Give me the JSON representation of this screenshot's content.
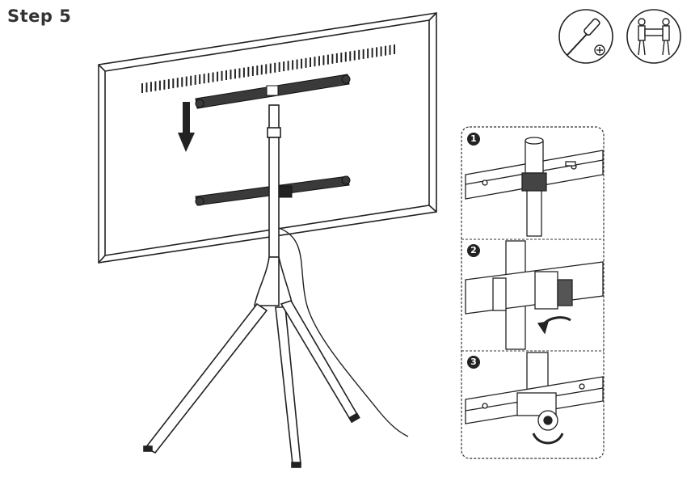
{
  "header": {
    "step_label": "Step 5"
  },
  "icons": {
    "tool": "screwdriver-icon",
    "people": "two-person-lift-icon"
  },
  "details": [
    {
      "number": "1"
    },
    {
      "number": "2"
    },
    {
      "number": "3"
    }
  ]
}
